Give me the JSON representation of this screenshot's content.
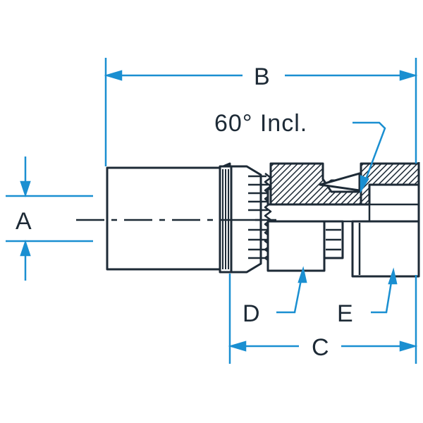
{
  "labels": {
    "dim_a": "A",
    "dim_b": "B",
    "dim_c": "C",
    "dim_d": "D",
    "dim_e": "E",
    "angle_note": "60° Incl."
  },
  "colors": {
    "dimension": "#1a8fd1",
    "outline": "#1d2a36",
    "background": "#ffffff"
  }
}
